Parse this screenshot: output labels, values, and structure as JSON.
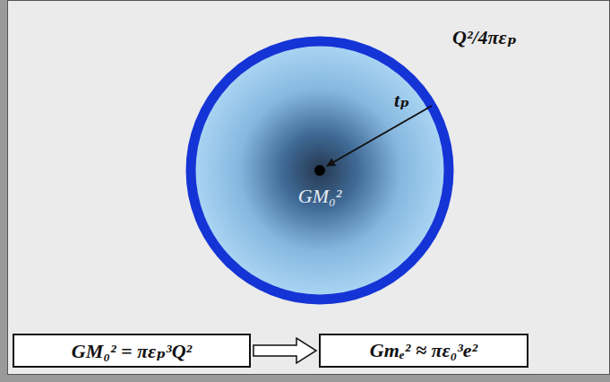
{
  "diagram": {
    "nodes": [
      {
        "text": [
          "GM₀²"
        ]
      },
      {
        "text": [
          "GM₀² = πεₚ³Q²"
        ]
      },
      {
        "text": [
          "Gmₑ² ≈ πε₀³e²"
        ]
      }
    ],
    "edges": [
      {
        "from": 1,
        "to": 2,
        "arrow": "to"
      }
    ],
    "labels": [
      "Q²/4πεₚ",
      "tₚ"
    ]
  }
}
